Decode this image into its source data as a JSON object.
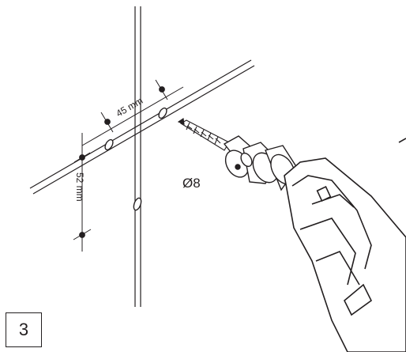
{
  "dimensions": {
    "horizontal": "45 mm",
    "vertical": "52 mm"
  },
  "drill_bit_diameter": "Ø8",
  "step_number": "3"
}
